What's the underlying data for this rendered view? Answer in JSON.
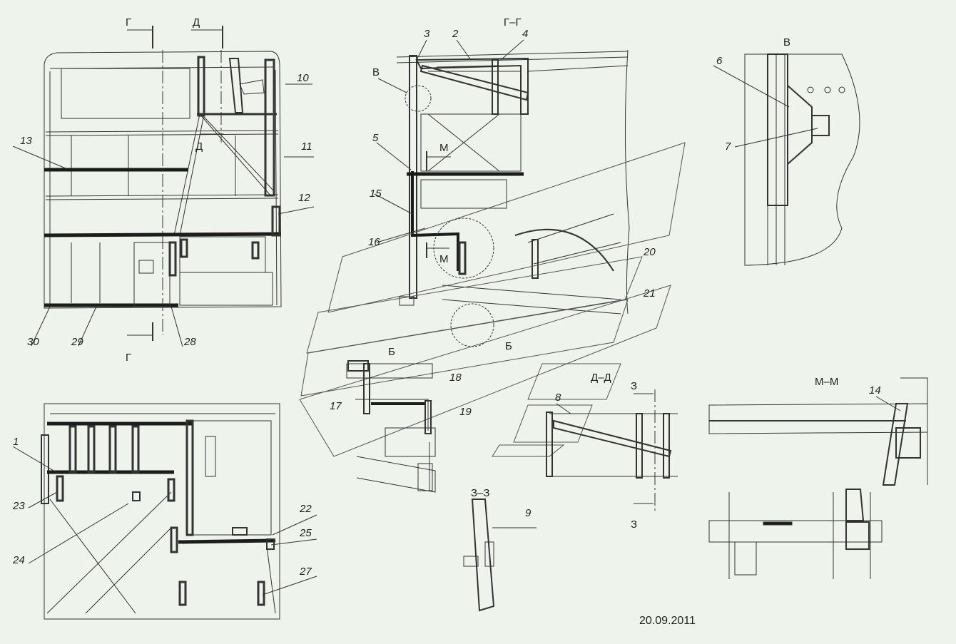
{
  "drawing": {
    "date": "20.09.2011",
    "colors": {
      "background": "#eef3ec",
      "line": "#333333",
      "thick": "#1c1c1c"
    },
    "section_labels": {
      "g_top": "Г",
      "d_top": "Д",
      "d_mid": "Д",
      "g_bottom": "Г",
      "gg": "Г–Г",
      "v_detail": "В",
      "v_view": "В",
      "m_upper": "М",
      "m_lower": "М",
      "b_left": "Б",
      "b_right": "Б",
      "dd": "Д–Д",
      "z_top": "З",
      "z_bottom": "З",
      "zz": "З–З",
      "mm": "М–М"
    },
    "callouts": {
      "c1": "1",
      "c2": "2",
      "c3": "3",
      "c4": "4",
      "c5": "5",
      "c6": "6",
      "c7": "7",
      "c8": "8",
      "c9": "9",
      "c10": "10",
      "c11": "11",
      "c12": "12",
      "c13": "13",
      "c14": "14",
      "c15": "15",
      "c16": "16",
      "c17": "17",
      "c18": "18",
      "c19": "19",
      "c20": "20",
      "c21": "21",
      "c22": "22",
      "c23": "23",
      "c24": "24",
      "c25": "25",
      "c27": "27",
      "c28": "28",
      "c29": "29",
      "c30": "30"
    }
  }
}
